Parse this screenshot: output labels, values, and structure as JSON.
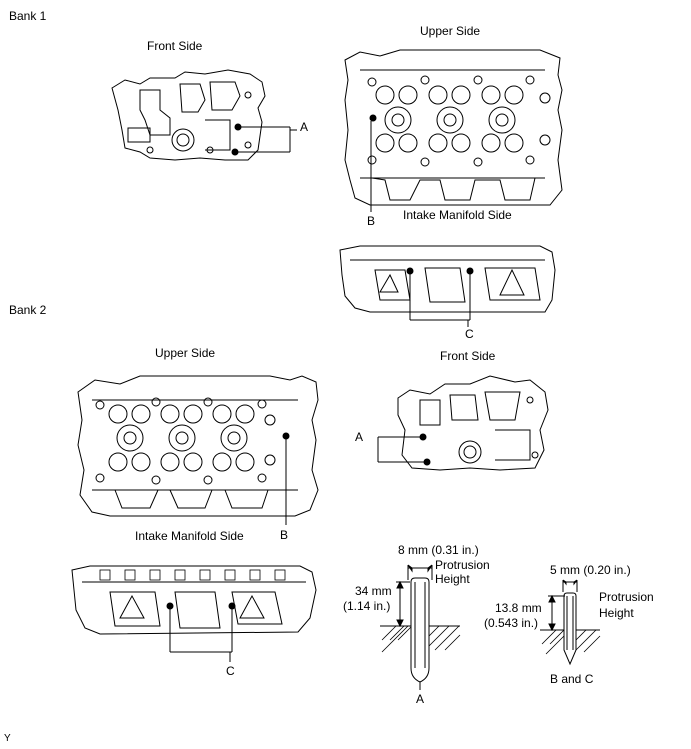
{
  "bank1": {
    "title": "Bank 1",
    "front_side": "Front Side",
    "upper_side": "Upper Side",
    "intake_manifold_side": "Intake Manifold Side",
    "callout_a": "A",
    "callout_b": "B",
    "callout_c": "C"
  },
  "bank2": {
    "title": "Bank 2",
    "upper_side": "Upper Side",
    "front_side": "Front Side",
    "intake_manifold_side": "Intake Manifold Side",
    "callout_a": "A",
    "callout_b": "B",
    "callout_c": "C"
  },
  "pin_a": {
    "diameter": "8 mm (0.31 in.)",
    "protrusion_label_line1": "Protrusion",
    "protrusion_label_line2": "Height",
    "height_line1": "34 mm",
    "height_line2": "(1.14 in.)",
    "label": "A"
  },
  "pin_bc": {
    "diameter": "5 mm (0.20 in.)",
    "protrusion_label_line1": "Protrusion",
    "protrusion_label_line2": "Height",
    "height_line1": "13.8 mm",
    "height_line2": "(0.543 in.)",
    "label": "B and C"
  },
  "footer_mark": "Y"
}
